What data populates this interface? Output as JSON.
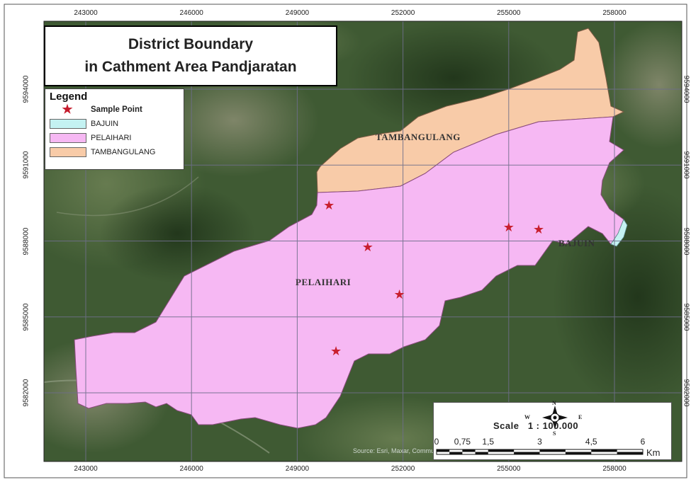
{
  "title": {
    "line1": "District Boundary",
    "line2": "in Cathment Area Pandjaratan"
  },
  "axis": {
    "x_ticks": [
      "243000",
      "246000",
      "249000",
      "252000",
      "255000",
      "258000"
    ],
    "y_ticks": [
      "9594000",
      "9591000",
      "9588000",
      "9585000",
      "9582000"
    ]
  },
  "legend": {
    "title": "Legend",
    "sample_label": "Sample Point",
    "items": [
      {
        "label": "BAJUIN",
        "color": "#c4f2f2"
      },
      {
        "label": "PELAIHARI",
        "color": "#f6b8f3"
      },
      {
        "label": "TAMBANGULANG",
        "color": "#f8cba8"
      }
    ]
  },
  "map": {
    "labels": {
      "tambangulang": "TAMBANGULANG",
      "pelaihari": "PELAIHARI",
      "bajuin": "BAJUIN"
    },
    "sample_points": [
      {
        "x": 249900,
        "y": 9589400
      },
      {
        "x": 251000,
        "y": 9587750
      },
      {
        "x": 255000,
        "y": 9588550
      },
      {
        "x": 255850,
        "y": 9588450
      },
      {
        "x": 251900,
        "y": 9585900
      },
      {
        "x": 250100,
        "y": 9583650
      }
    ],
    "credit": "Source: Esri, Maxar, Community"
  },
  "scale": {
    "label": "Scale",
    "ratio": "1 : 100.000",
    "ticks": [
      "0",
      "0,75",
      "1,5",
      "3",
      "4,5",
      "6"
    ],
    "unit": "Km",
    "compass": {
      "n": "N",
      "s": "S",
      "e": "E",
      "w": "W"
    }
  },
  "colors": {
    "pelaihari": "#f6b8f3",
    "tambangulang": "#f8cba8",
    "bajuin": "#c4f2f2",
    "star": "#c81f2e",
    "imagery_base": "#3f5a33"
  }
}
